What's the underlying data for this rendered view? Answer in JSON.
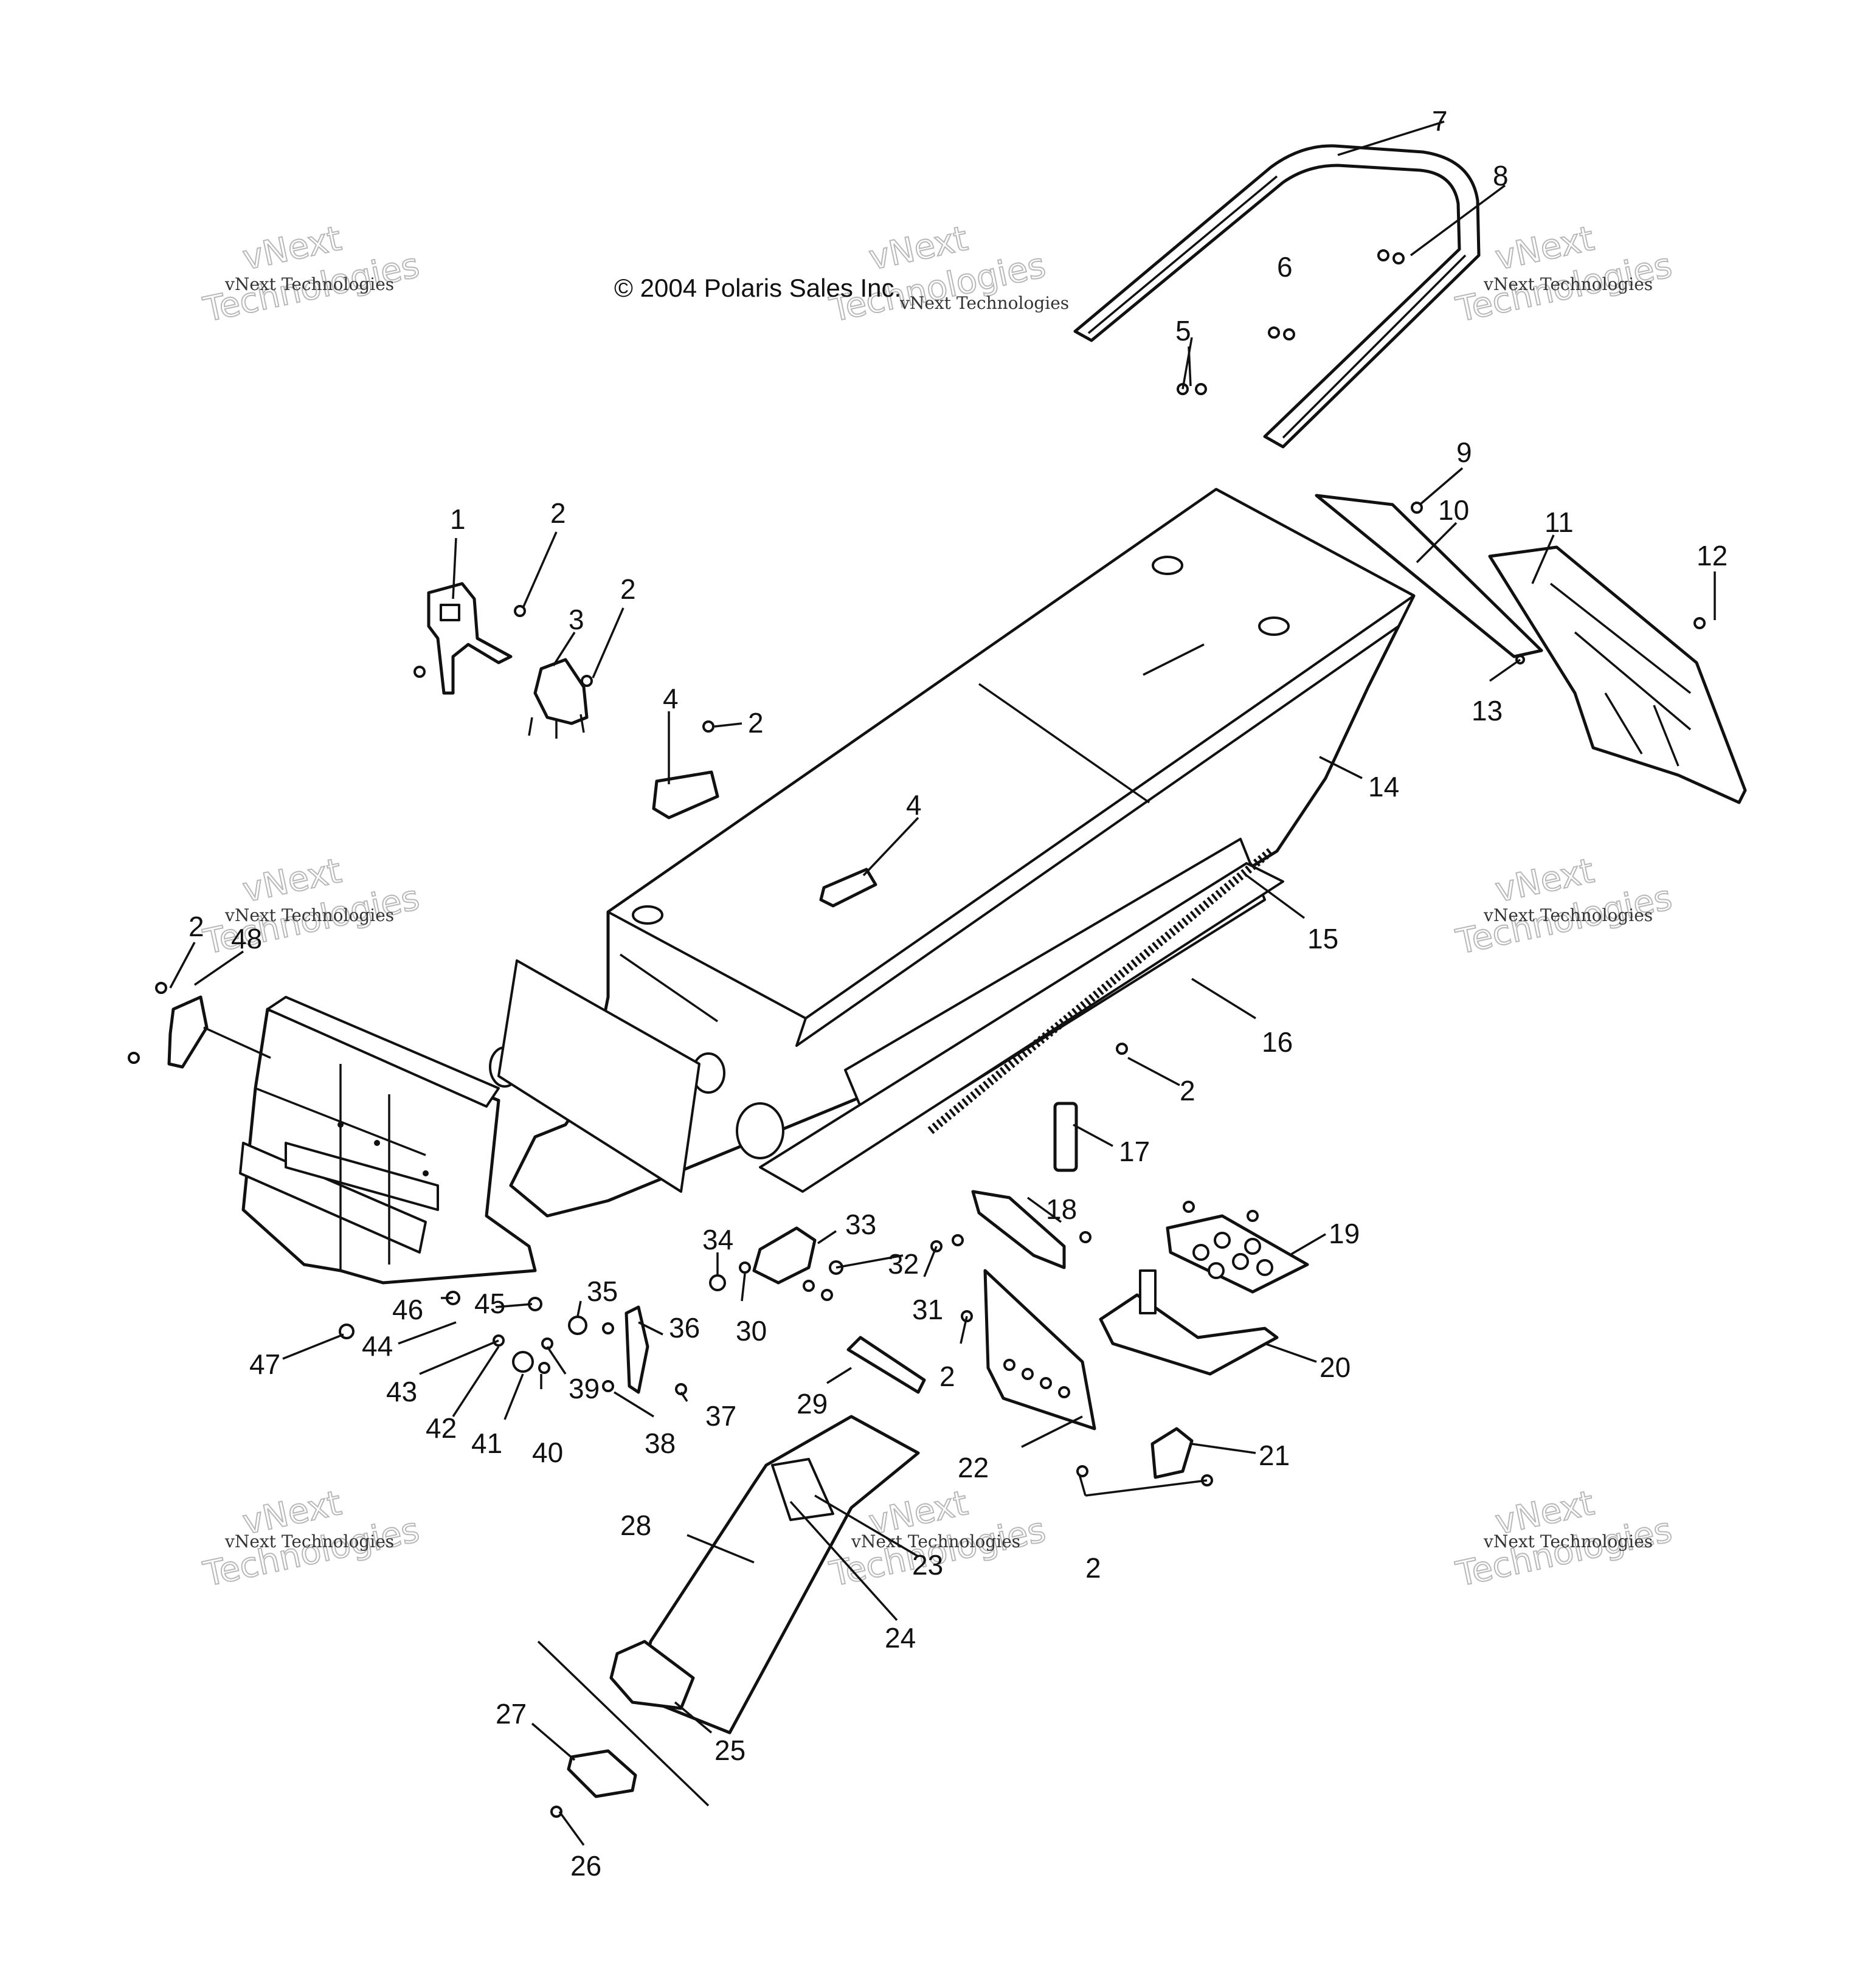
{
  "copyright": "© 2004 Polaris Sales Inc.",
  "watermark": {
    "small": "vNext Technologies",
    "big_line1": "vNext",
    "big_line2": "Technologies"
  },
  "callouts": [
    "1",
    "2",
    "3",
    "4",
    "5",
    "6",
    "7",
    "8",
    "9",
    "10",
    "11",
    "12",
    "13",
    "14",
    "15",
    "16",
    "17",
    "18",
    "19",
    "20",
    "21",
    "22",
    "23",
    "24",
    "25",
    "26",
    "27",
    "28",
    "29",
    "30",
    "31",
    "32",
    "33",
    "34",
    "35",
    "36",
    "37",
    "38",
    "39",
    "40",
    "41",
    "42",
    "43",
    "44",
    "45",
    "46",
    "47",
    "48"
  ],
  "colors": {
    "line": "#111111",
    "background": "#ffffff",
    "watermark": "#b8b8b8"
  }
}
